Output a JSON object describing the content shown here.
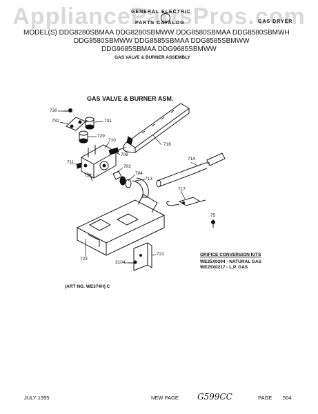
{
  "watermark": "AppliancePartsPros.com",
  "header": {
    "brand_line1": "GENERAL ELECTRIC",
    "brand_line2": "PARTS CATALOG",
    "product": "GAS DRYER",
    "models": [
      "MODEL(S) DDG8280SBMAA DDG8280SBMWW DDG8580SBMAA DDG8580SBMWH",
      "DDG8580SBMWW DDG8585SBMAA DDG8585SBMWW",
      "DDG9685SBMAA DDG9685SBMWW"
    ],
    "subtitle": "GAS VALVE & BURNER ASSEMBLY"
  },
  "diagram": {
    "title": "GAS VALVE & BURNER ASM.",
    "callouts": [
      "730",
      "732",
      "731",
      "729",
      "716",
      "710",
      "709",
      "711",
      "712",
      "702",
      "704",
      "713",
      "714",
      "717",
      "75",
      "723",
      "721",
      "3104"
    ]
  },
  "orifice_kits": {
    "title": "ORIFICE CONVERSION KITS",
    "items": [
      "WE25X0204 - NATURAL GAS",
      "WE25X0217 - L.P. GAS"
    ]
  },
  "art_no": "(ART NO. WE374H) C",
  "footer": {
    "date": "JULY 1995",
    "new_page": "NEW PAGE",
    "handwritten": "G599CC",
    "page_label": "PAGE",
    "page_number": "504"
  },
  "colors": {
    "ink": "#111111",
    "watermark": "#d9d9d9"
  }
}
